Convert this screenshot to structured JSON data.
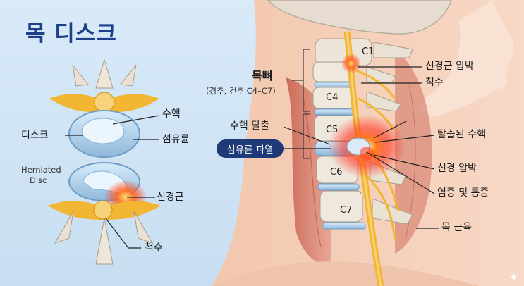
{
  "title": "목 디스크",
  "left_diagram": {
    "healthy_labels": {
      "nucleus": "수핵",
      "disc": "디스크",
      "annulus": "섬유륜"
    },
    "herniated_label": "Herniated\nDisc",
    "herniated_line1": "Herniated",
    "herniated_line2": "Disc",
    "nerve_root": "신경근",
    "spinal_cord": "척수"
  },
  "right_diagram": {
    "cervical_spine": "목뼈",
    "cervical_note": "(경추, 건추 C4–C7)",
    "vertebrae": [
      "C1",
      "C4",
      "C5",
      "C6",
      "C7"
    ],
    "nucleus_extrusion": "수핵 탈출",
    "annulus_tear": "섬유륜 파열",
    "nerve_root_compression": "신경근 압박",
    "spinal_cord": "척수",
    "herniated_nucleus": "탈출된 수핵",
    "nerve_compression": "신경 압박",
    "inflammation_pain": "염증 및 통증",
    "neck_muscle": "목 근육"
  },
  "colors": {
    "title": "#1d3f8a",
    "background": "#cfe3f4",
    "pill": "#1f3a78",
    "nerve": "#f2b632",
    "inflammation": "#ff3b1f"
  }
}
